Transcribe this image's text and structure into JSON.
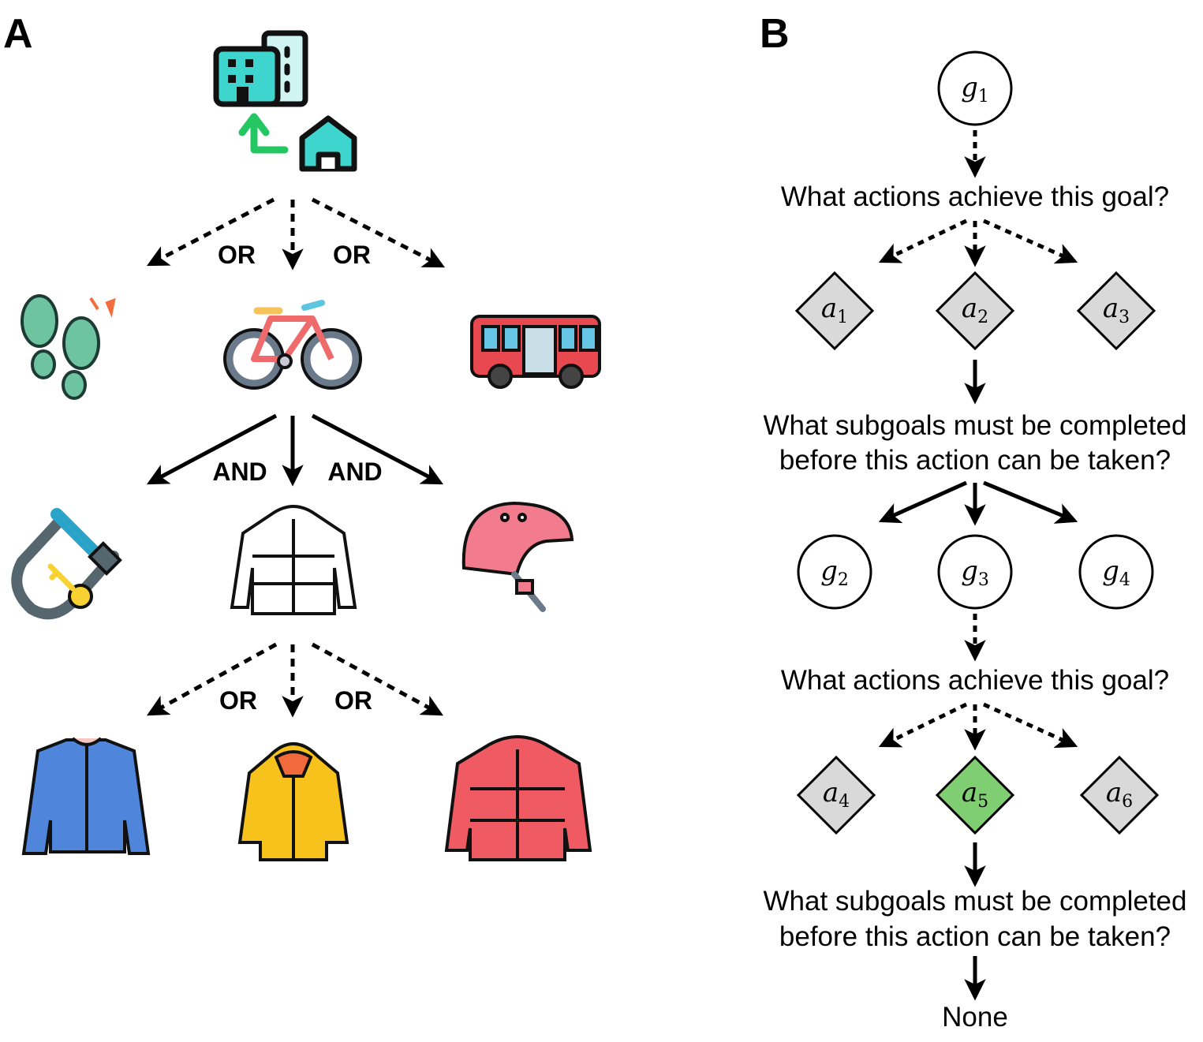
{
  "panel_a": {
    "label": "A",
    "connectors": {
      "first": [
        "OR",
        "OR"
      ],
      "second": [
        "AND",
        "AND"
      ],
      "third": [
        "OR",
        "OR"
      ]
    },
    "icons": [
      "destination-icon",
      "footsteps-icon",
      "bicycle-icon",
      "bus-icon",
      "bike-lock-icon",
      "winter-jacket-icon",
      "helmet-icon",
      "denim-jacket-icon",
      "raincoat-icon",
      "red-puffer-jacket-icon"
    ]
  },
  "panel_b": {
    "label": "B",
    "questions": {
      "q1": "What actions achieve this goal?",
      "q2_line1": "What subgoals must be completed",
      "q2_line2": "before this action can be taken?",
      "q3": "What actions achieve this goal?",
      "q4_line1": "What subgoals must be completed",
      "q4_line2": "before this action can be taken?",
      "terminal": "None"
    },
    "goals": [
      {
        "sym": "g",
        "sub": "1"
      },
      {
        "sym": "g",
        "sub": "2"
      },
      {
        "sym": "g",
        "sub": "3"
      },
      {
        "sym": "g",
        "sub": "4"
      }
    ],
    "actions": [
      {
        "sym": "a",
        "sub": "1",
        "color": "#d9d9d9"
      },
      {
        "sym": "a",
        "sub": "2",
        "color": "#d9d9d9"
      },
      {
        "sym": "a",
        "sub": "3",
        "color": "#d9d9d9"
      },
      {
        "sym": "a",
        "sub": "4",
        "color": "#d9d9d9"
      },
      {
        "sym": "a",
        "sub": "5",
        "color": "#7fcf72"
      },
      {
        "sym": "a",
        "sub": "6",
        "color": "#d9d9d9"
      }
    ]
  }
}
